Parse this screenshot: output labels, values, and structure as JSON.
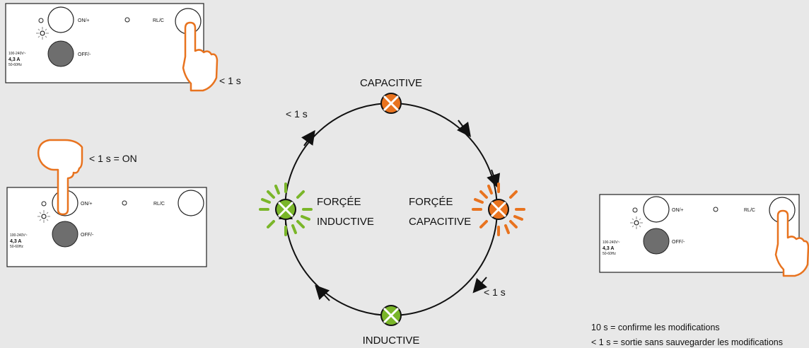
{
  "panel_texts": {
    "on_label": "ON/+",
    "off_label": "OFF/-",
    "rlc_label": "RL/C",
    "voltage": "100-240V~",
    "current": "4,3 A",
    "frequency": "50-60Hz"
  },
  "cycle": {
    "top": "CAPACITIVE",
    "bottom": "INDUCTIVE",
    "left_line1": "FORÇÉE",
    "left_line2": "INDUCTIVE",
    "right_line1": "FORÇÉE",
    "right_line2": "CAPACITIVE"
  },
  "timings": {
    "top_right_press": "< 1 s",
    "cycle_upper_left": "< 1 s",
    "cycle_lower_right": "< 1 s",
    "left_press_on": "< 1 s = ON"
  },
  "notes": {
    "line1": "10 s = confirme les modifications",
    "line2": "< 1 s = sortie sans sauvegarder les modifications"
  },
  "colors": {
    "orange": "#e8731f",
    "green": "#7ab629",
    "grey_button": "#6e6e6e",
    "background": "#e8e8e8"
  }
}
